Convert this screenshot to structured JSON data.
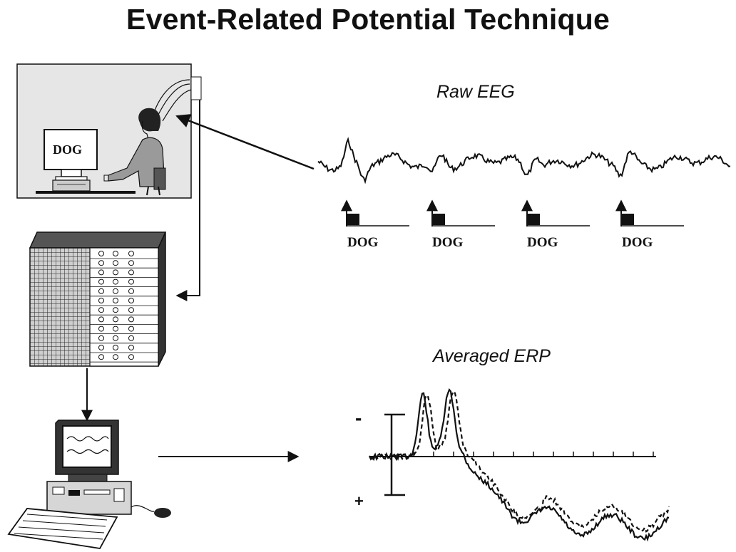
{
  "title": "Event-Related Potential Technique",
  "raw_eeg_label": "Raw EEG",
  "averaged_erp_label": "Averaged ERP",
  "monitor_word": "DOG",
  "stimulus_labels": [
    "DOG",
    "DOG",
    "DOG",
    "DOG"
  ],
  "polarity": {
    "negative": "-",
    "positive": "+"
  },
  "colors": {
    "ink": "#111111",
    "panel": "#e6e6e6",
    "screen": "#222222"
  },
  "icons": [
    "participant-scene",
    "amplifier-cabinet",
    "computer-workstation",
    "eeg-trace",
    "erp-waveform"
  ]
}
